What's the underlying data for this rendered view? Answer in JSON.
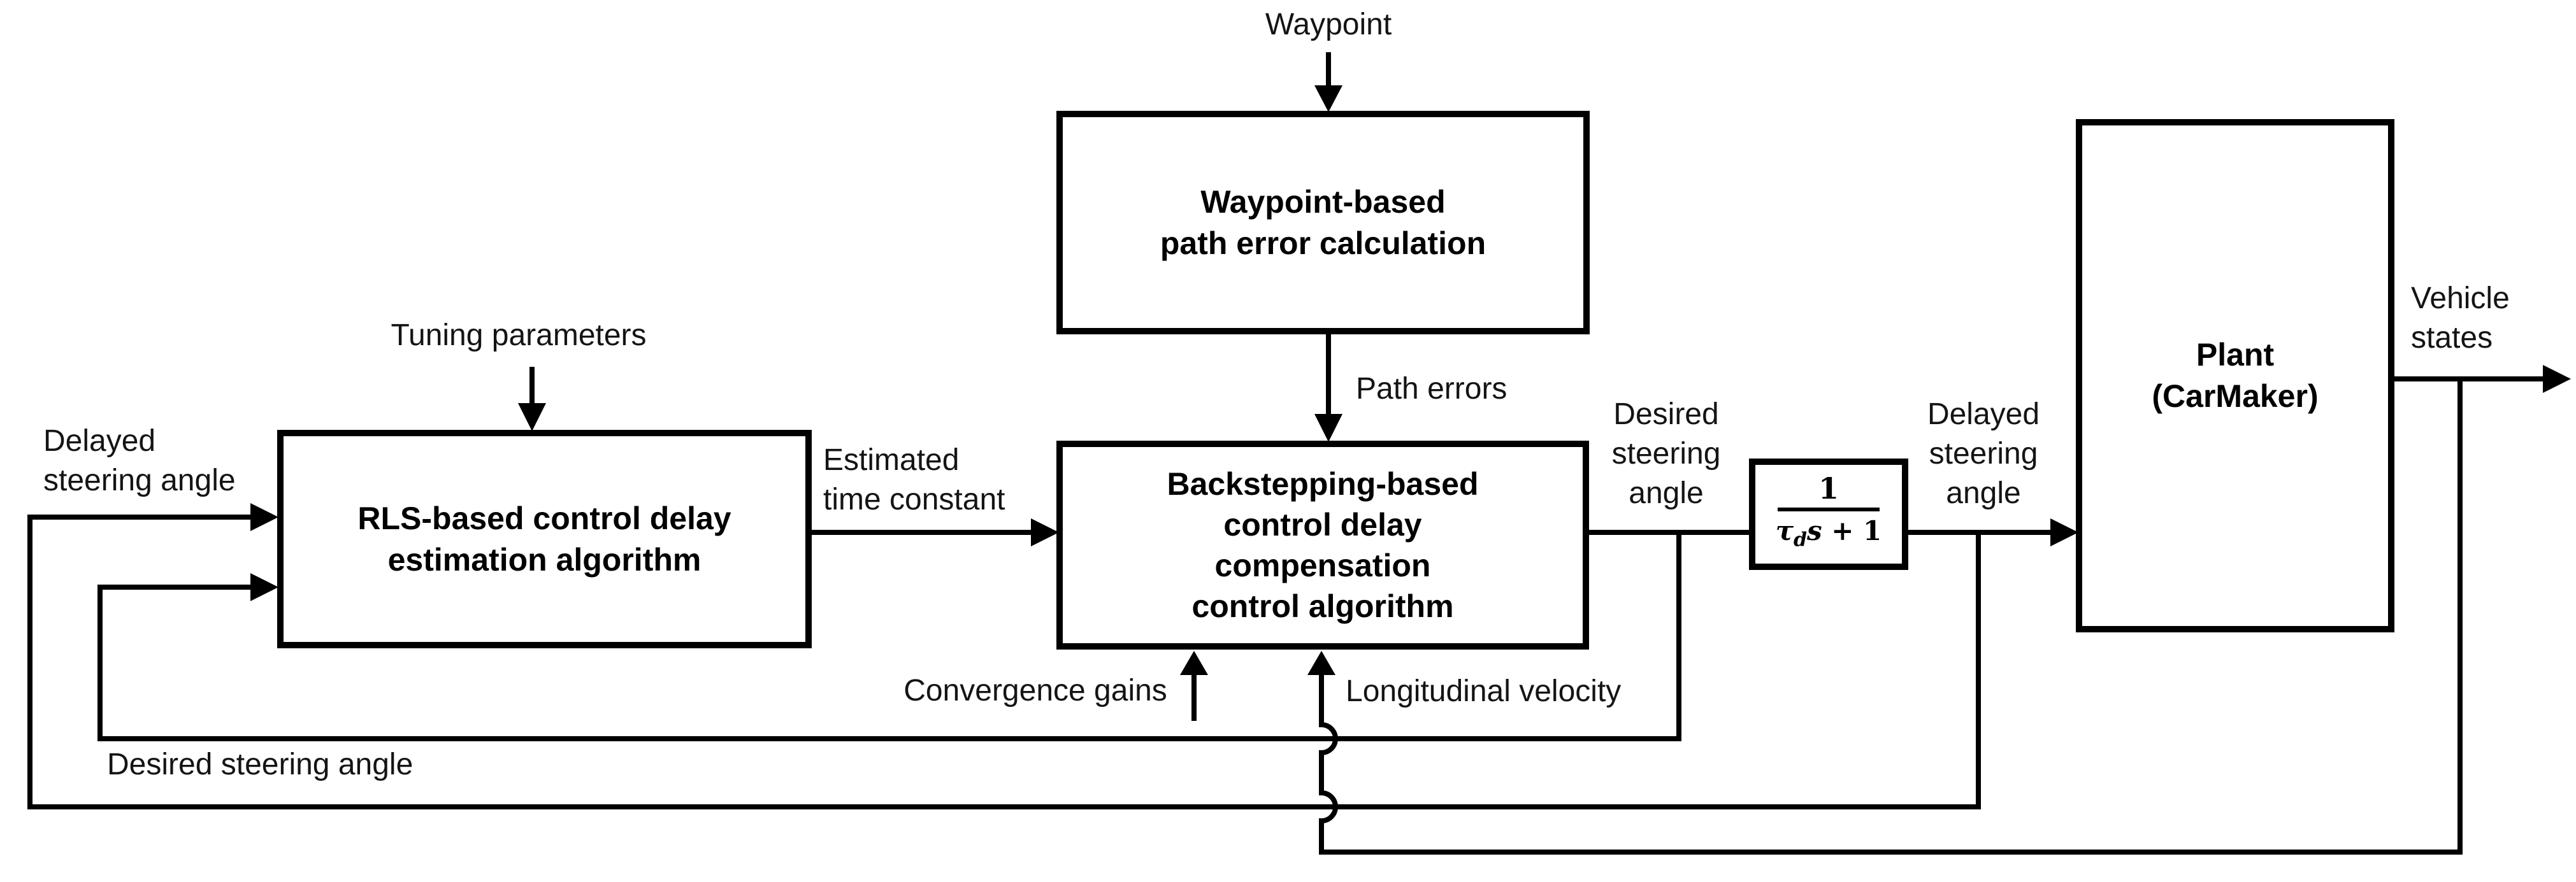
{
  "nodes": {
    "waypoint_calc": {
      "lines": [
        "Waypoint-based",
        "path error calculation"
      ]
    },
    "rls_estimator": {
      "lines": [
        "RLS-based control delay",
        "estimation algorithm"
      ]
    },
    "backstepping_controller": {
      "lines": [
        "Backstepping-based",
        "control delay",
        "compensation",
        "control algorithm"
      ]
    },
    "delay_model": {
      "numerator": "1",
      "tau": "τ",
      "tau_sub": "d",
      "s_term": "s",
      "plus_one": " + 1"
    },
    "plant": {
      "lines": [
        "Plant",
        "(CarMaker)"
      ]
    }
  },
  "signals": {
    "waypoint": "Waypoint",
    "tuning_parameters": "Tuning parameters",
    "delayed_steering_angle_input": {
      "lines": [
        "Delayed",
        "steering angle"
      ]
    },
    "estimated_time_constant": {
      "lines": [
        "Estimated",
        "time constant"
      ]
    },
    "path_errors": "Path errors",
    "desired_steering_angle": {
      "lines": [
        "Desired",
        "steering",
        "angle"
      ]
    },
    "delayed_steering_angle": {
      "lines": [
        "Delayed",
        "steering",
        "angle"
      ]
    },
    "vehicle_states": {
      "lines": [
        "Vehicle",
        "states"
      ]
    },
    "convergence_gains": "Convergence gains",
    "longitudinal_velocity": "Longitudinal velocity",
    "desired_steering_angle_feedback": "Desired steering angle"
  },
  "colors": {
    "stroke": "#000000",
    "background": "#ffffff",
    "text": "#000000"
  }
}
